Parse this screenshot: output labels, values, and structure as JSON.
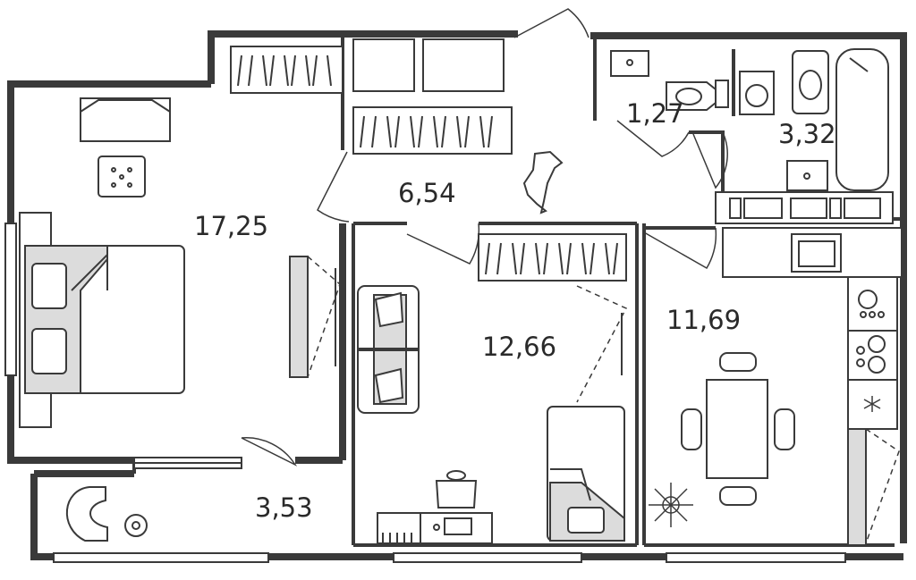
{
  "rooms": [
    {
      "id": "bedroom",
      "area": "17,25"
    },
    {
      "id": "hallway",
      "area": "6,54"
    },
    {
      "id": "toilet",
      "area": "1,27"
    },
    {
      "id": "bathroom",
      "area": "3,32"
    },
    {
      "id": "living-room",
      "area": "12,66"
    },
    {
      "id": "kitchen",
      "area": "11,69"
    },
    {
      "id": "balcony",
      "area": "3,53"
    }
  ],
  "colors": {
    "wall": "#3a3a3a",
    "furniture_fill": "#dcdcdc",
    "background": "#ffffff"
  }
}
